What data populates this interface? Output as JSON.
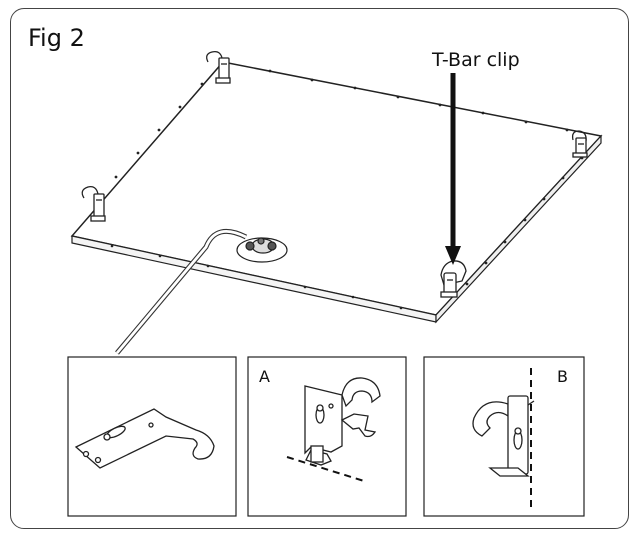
{
  "figure": {
    "title": "Fig 2"
  },
  "callout": {
    "label": "T-Bar clip"
  },
  "insets": {
    "middle_letter": "A",
    "right_letter": "B"
  }
}
